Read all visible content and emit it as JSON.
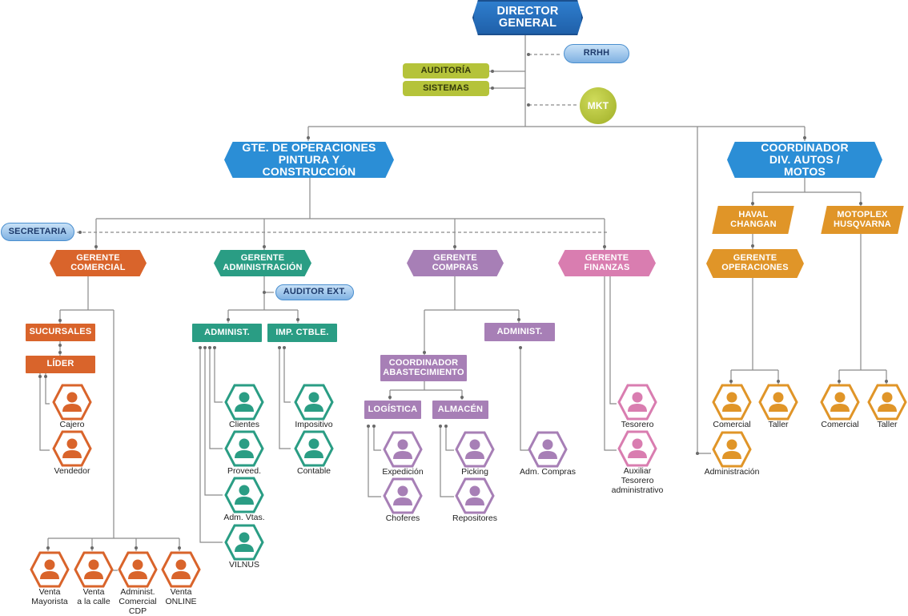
{
  "colors": {
    "blue": "#2b86cf",
    "orange": "#d9642b",
    "teal": "#2a9d84",
    "purple": "#a77fb6",
    "pink": "#d97db0",
    "gold": "#e09528",
    "lime": "#b5c33a",
    "line": "#8a8a8a"
  },
  "top": {
    "director": "DIRECTOR GENERAL",
    "rrhh": "RRHH",
    "auditoria": "AUDITORÍA",
    "sistemas": "SISTEMAS",
    "mkt": "MKT"
  },
  "level2": {
    "gte_ops": "GTE. DE OPERACIONES PINTURA Y CONSTRUCCIÓN",
    "coord_div": "COORDINADOR DIV. AUTOS / MOTOS"
  },
  "secretaria": "SECRETARIA",
  "comercial": {
    "title": "GERENTE COMERCIAL",
    "sucursales": "SUCURSALES",
    "lider": "LÍDER",
    "people": [
      "Cajero",
      "Vendedor"
    ],
    "bottom": [
      "Venta\nMayorista",
      "Venta\na la calle",
      "Administ.\nComercial\nCDP",
      "Venta\nONLINE"
    ]
  },
  "administracion": {
    "title": "GERENTE ADMINISTRACIÓN",
    "auditor": "AUDITOR EXT.",
    "administ": "ADMINIST.",
    "imp": "IMP. CTBLE.",
    "administ_people": [
      "Clientes",
      "Proveed.",
      "Adm. Vtas.",
      "VILNUS"
    ],
    "imp_people": [
      "Impositivo",
      "Contable"
    ]
  },
  "compras": {
    "title": "GERENTE COMPRAS",
    "coordinador": "COORDINADOR ABASTECIMIENTO",
    "administ": "ADMINIST.",
    "logistica": "LOGÍSTICA",
    "almacen": "ALMACÉN",
    "logistica_people": [
      "Expedición",
      "Choferes"
    ],
    "almacen_people": [
      "Picking",
      "Repositores"
    ],
    "administ_people": [
      "Adm. Compras"
    ]
  },
  "finanzas": {
    "title": "GERENTE FINANZAS",
    "people": [
      "Tesorero",
      "Auxiliar\nTesorero\nadministrativo"
    ]
  },
  "divautos": {
    "haval": "HAVAL CHANGAN",
    "motoplex": "MOTOPLEX HUSQVARNA",
    "gerente_ops": "GERENTE OPERACIONES",
    "haval_people": [
      "Comercial",
      "Taller"
    ],
    "motoplex_people": [
      "Comercial",
      "Taller"
    ],
    "admin_people": [
      "Administración"
    ]
  }
}
